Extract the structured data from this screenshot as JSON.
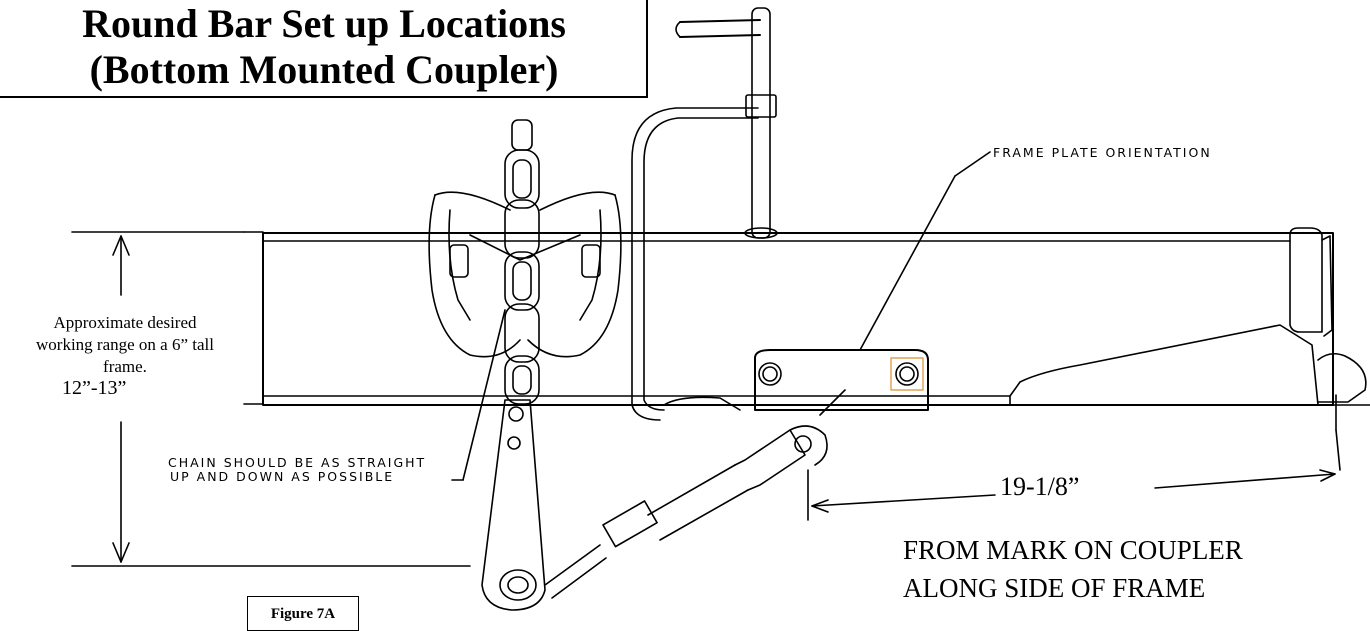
{
  "title": {
    "line1": "Round Bar Set up Locations",
    "line2": "(Bottom Mounted Coupler)"
  },
  "labels": {
    "frame_plate": "FRAME PLATE ORIENTATION",
    "range_lines": [
      "Approximate desired",
      "working range on a 6” tall",
      "frame."
    ],
    "range_value": "12”-13”",
    "chain_line1": "CHAIN SHOULD BE AS STRAIGHT",
    "chain_line2": "UP AND DOWN AS POSSIBLE",
    "dimension": "19-1/8”",
    "from_mark_line1": "FROM MARK ON COUPLER",
    "from_mark_line2": "ALONG SIDE OF FRAME",
    "figure": "Figure 7A"
  },
  "colors": {
    "line": "#000000",
    "highlight": "#e0a050"
  }
}
